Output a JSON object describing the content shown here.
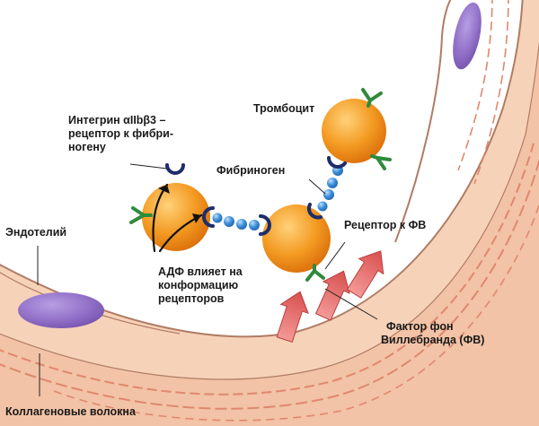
{
  "labels": {
    "endothelium": "Эндотелий",
    "collagen": "Коллагеновые волокна",
    "integrin": [
      "Интегрин αIIbβ3 –",
      "рецептор к фибри-",
      "ногену"
    ],
    "fibrinogen": "Фибриноген",
    "platelet": "Тромбоцит",
    "receptor_vwf": "Рецептор к ФВ",
    "adp": [
      "АДФ влияет на",
      "конформацию",
      "рецепторов"
    ],
    "vwf": [
      "Фактор фон",
      "Виллебранда (ФВ)"
    ]
  },
  "colors": {
    "vessel_fill": "#f6d2b8",
    "vessel_outline": "#b07c64",
    "collagen_stripe": "#e0876e",
    "nucleus": "#8d6bc4",
    "platelet": "#f39a22",
    "receptor_green": "#2f8a3c",
    "integrin_navy": "#1d2d6b",
    "fibrinogen_bead": "#3d8fd8",
    "vwf_red": "#e8706e",
    "text": "#1a1a1a"
  }
}
